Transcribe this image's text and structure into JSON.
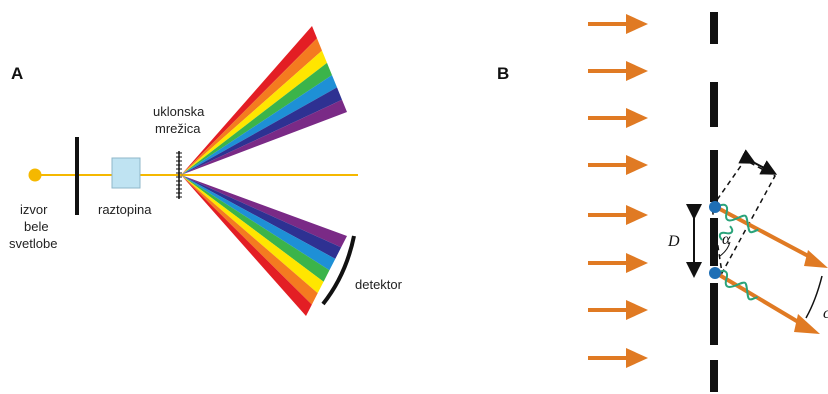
{
  "panel_a": {
    "letter": "A",
    "source_label": [
      "izvor",
      "bele",
      "svetlobe"
    ],
    "sample_label": "raztopina",
    "grating_label": [
      "uklonska",
      "mrežica"
    ],
    "detector_label": "detektor"
  },
  "panel_b": {
    "letter": "B",
    "distance_label": "D",
    "angle_label": "α",
    "cut_label": "c"
  },
  "colors": {
    "beam": "#f5b800",
    "source": "#f5b800",
    "cuvette": "#bfe3f2",
    "arrow": "#e07a23",
    "slit_source": "#1f6fb5",
    "wave": "#2aa37a",
    "spectrum": [
      "#e31e24",
      "#f47b20",
      "#ffe600",
      "#3bb44a",
      "#1e90d6",
      "#2e3192",
      "#7a2a86"
    ]
  }
}
